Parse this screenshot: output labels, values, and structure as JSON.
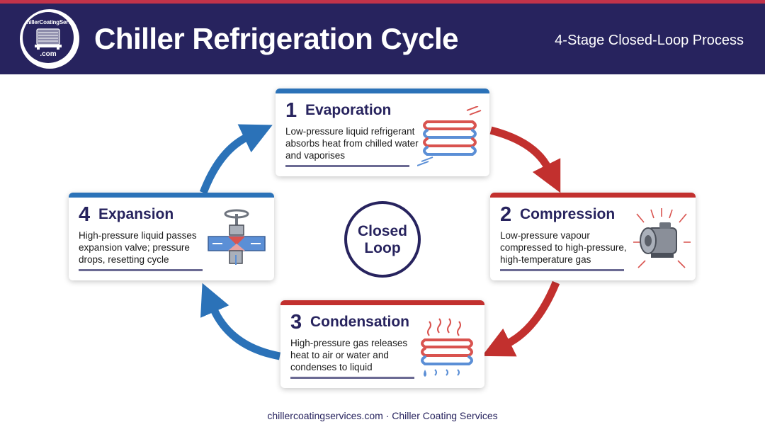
{
  "header": {
    "title": "Chiller Refrigeration Cycle",
    "subtitle": "4-Stage Closed-Loop Process",
    "logo": {
      "top_text": "ChillerCoatingServices",
      "bottom_text": ".com"
    }
  },
  "center": {
    "line1": "Closed",
    "line2": "Loop"
  },
  "stages": [
    {
      "number": "1",
      "name": "Evaporation",
      "description": "Low-pressure liquid refrigerant absorbs heat from chilled water and vaporises",
      "accent": "#2b72b8",
      "icon": "evaporator-coil-icon"
    },
    {
      "number": "2",
      "name": "Compression",
      "description": "Low-pressure vapour compressed to high-pressure, high-temperature gas",
      "accent": "#c2302e",
      "icon": "compressor-motor-icon"
    },
    {
      "number": "3",
      "name": "Condensation",
      "description": "High-pressure gas releases heat to air or water and condenses to liquid",
      "accent": "#c2302e",
      "icon": "condenser-coil-icon"
    },
    {
      "number": "4",
      "name": "Expansion",
      "description": "High-pressure liquid passes expansion valve; pressure drops, resetting cycle",
      "accent": "#2b72b8",
      "icon": "expansion-valve-icon"
    }
  ],
  "colors": {
    "navy": "#27235e",
    "red": "#c2302e",
    "blue": "#2b72b8",
    "stripe": "#c2334a"
  },
  "footer": {
    "text": "chillercoatingservices.com · Chiller Coating Services"
  }
}
